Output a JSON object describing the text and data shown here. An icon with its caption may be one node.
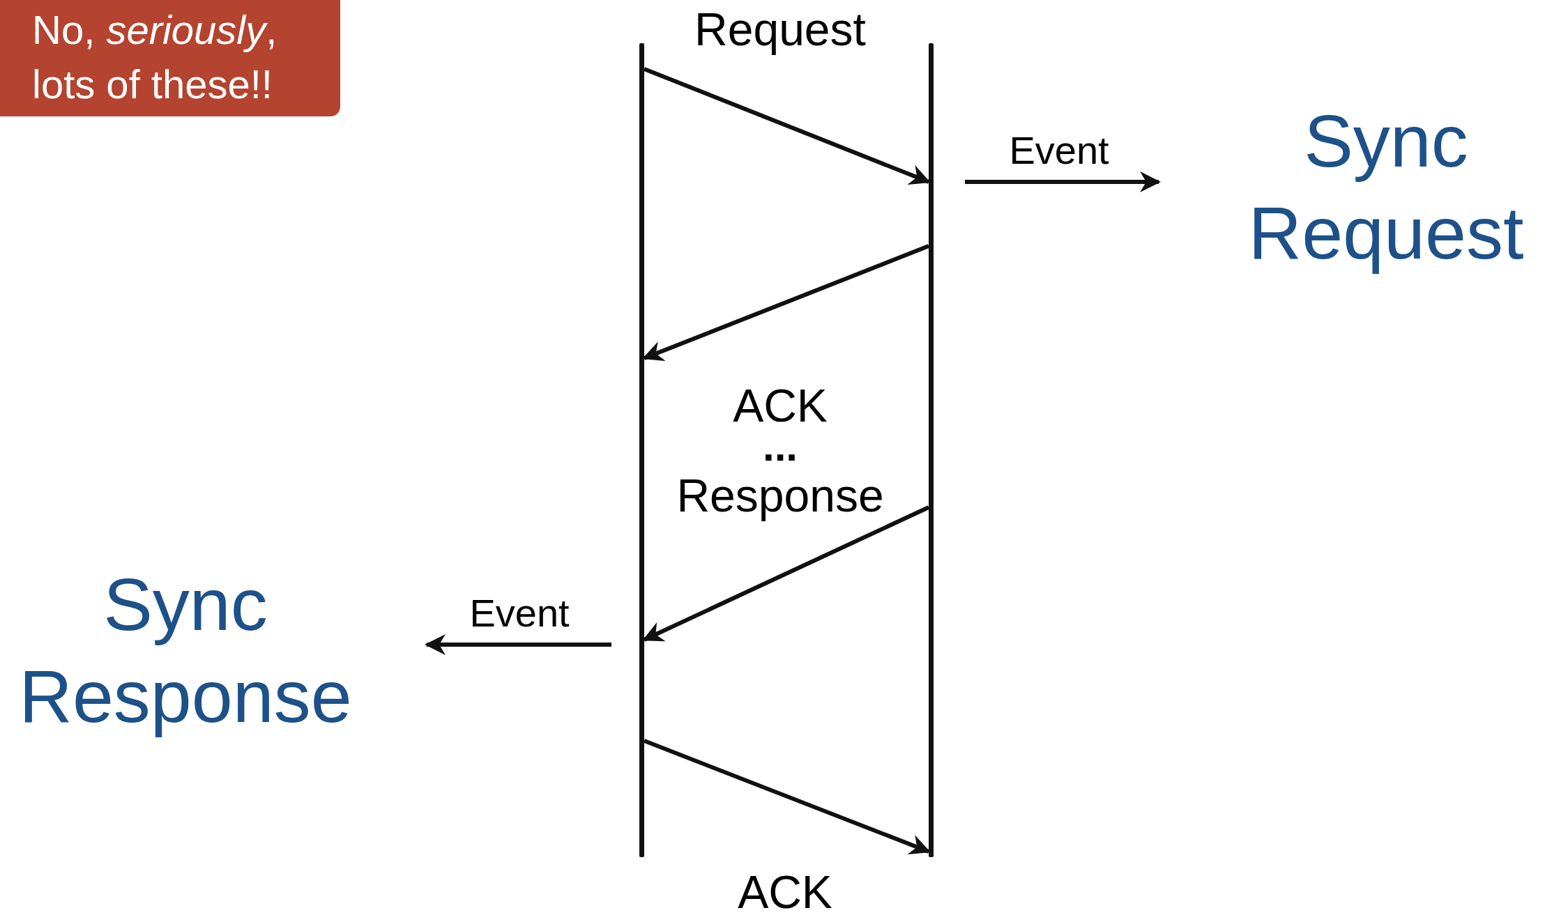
{
  "diagram": {
    "nodes": [
      {
        "text": [
          "No, *seriously*, lots of these!!"
        ]
      },
      {
        "text": [],
        "shape": "bar"
      },
      {
        "text": [],
        "shape": "bar"
      }
    ],
    "edges": [
      {
        "from": 1,
        "to": 2,
        "arrow": "to",
        "label": "Request"
      },
      {
        "from": 2,
        "to": null,
        "arrow": "to",
        "label": "Event"
      },
      {
        "from": 2,
        "to": 1,
        "arrow": "to",
        "label": "ACK"
      },
      {
        "from": 2,
        "to": 1,
        "arrow": "to",
        "label": "Response"
      },
      {
        "from": 1,
        "to": null,
        "arrow": "to",
        "label": "Event"
      },
      {
        "from": 1,
        "to": 2,
        "arrow": "to",
        "label": "ACK"
      }
    ],
    "labels": [
      "Sync Request",
      "...",
      "Sync Response"
    ]
  }
}
